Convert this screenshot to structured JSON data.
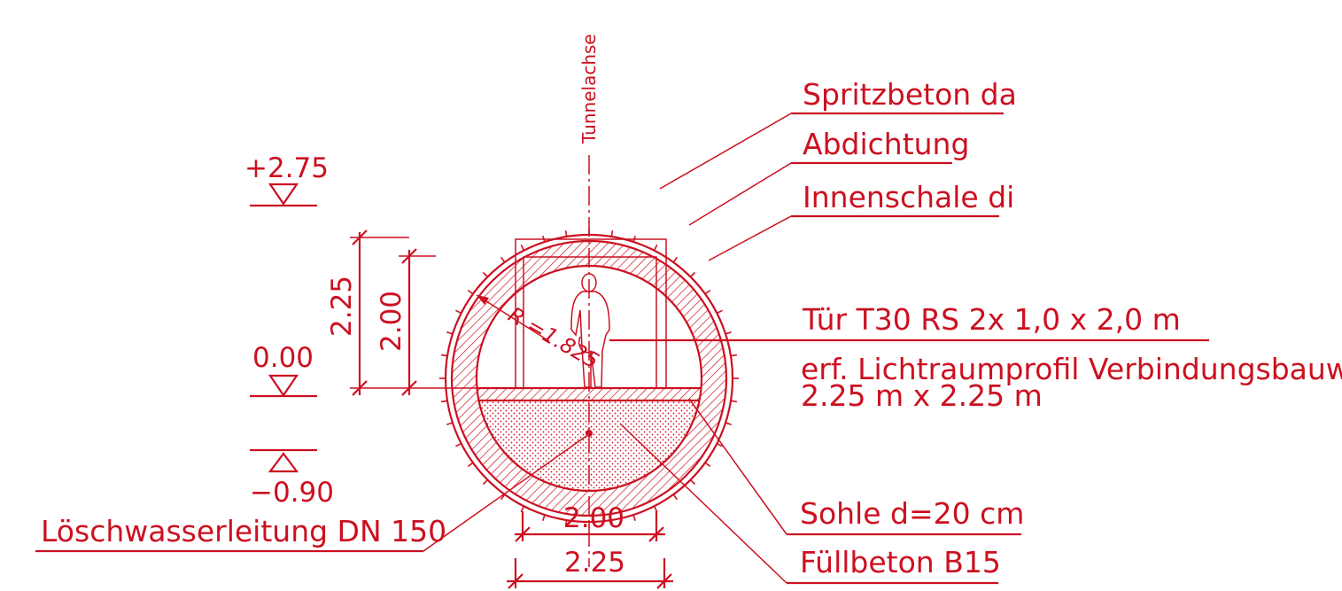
{
  "drawing": {
    "line_color": "#cc1020",
    "axis_label": "Tunnelachse",
    "radius_label": "R =1.825",
    "levels": {
      "top": "+2.75",
      "zero": "0.00",
      "bottom": "−0.90"
    },
    "dimensions": {
      "height_outer": "2.25",
      "height_inner": "2.00",
      "width_inner": "2.00",
      "width_outer": "2.25"
    },
    "labels": {
      "spritzbeton": "Spritzbeton da",
      "abdichtung": "Abdichtung",
      "innenschale": "Innenschale di",
      "tuer": "Tür  T30  RS  2x  1,0  x  2,0  m",
      "lichtraum_line1": "erf.  Lichtraumprofil  Verbindungsbauwerk",
      "lichtraum_line2": "2.25  m  x  2.25  m",
      "sohle": "Sohle  d=20  cm",
      "fuellbeton": "Füllbeton  B15",
      "loeschwasser": "Löschwasserleitung  DN  150"
    }
  }
}
